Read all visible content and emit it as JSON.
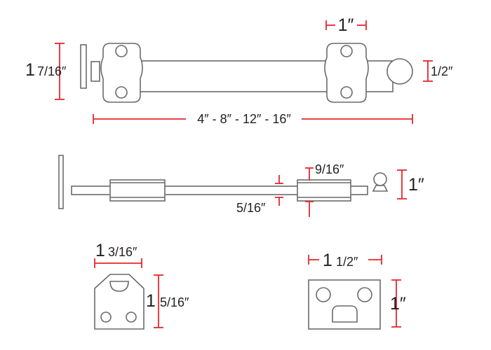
{
  "diagram": {
    "colors": {
      "outline": "#6a6a6a",
      "dimension": "#e5272d",
      "text": "#231f20"
    },
    "top_view": {
      "height_label_whole": "1",
      "height_label_fraction": "7/16″",
      "ring_label": "1″",
      "knob_label": "1/2″",
      "length_label": "4″ - 8″ - 12″ - 16″"
    },
    "side_view": {
      "width_label": "9/16″",
      "height_label": "1″",
      "rod_label": "5/16″"
    },
    "keeper_left": {
      "width_whole": "1",
      "width_fraction": "3/16″",
      "height_whole": "1",
      "height_fraction": "5/16″"
    },
    "keeper_right": {
      "width_whole": "1",
      "width_fraction": "1/2″",
      "height_label": "1″"
    }
  }
}
